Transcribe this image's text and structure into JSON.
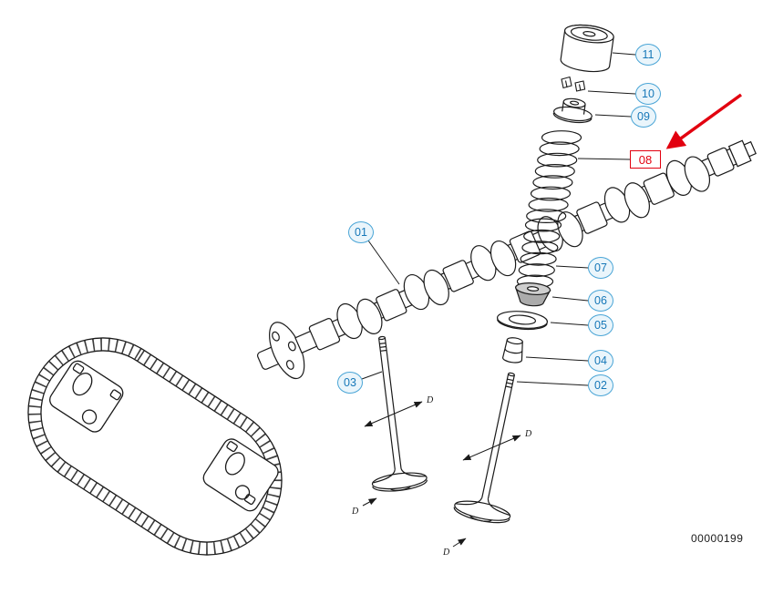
{
  "doc_number": "00000199",
  "dimension_label": "D",
  "highlighted_callout": "08",
  "colors": {
    "line": "#1a1a1a",
    "callout_border": "#4aa5d6",
    "callout_fill": "#eaf5fb",
    "callout_text": "#1778b8",
    "highlight_red": "#e2000f",
    "background": "#ffffff"
  },
  "callouts": {
    "01": {
      "label": "01"
    },
    "02": {
      "label": "02"
    },
    "03": {
      "label": "03"
    },
    "04": {
      "label": "04"
    },
    "05": {
      "label": "05"
    },
    "06": {
      "label": "06"
    },
    "07": {
      "label": "07"
    },
    "08": {
      "label": "08"
    },
    "09": {
      "label": "09"
    },
    "10": {
      "label": "10"
    },
    "11": {
      "label": "11"
    }
  }
}
